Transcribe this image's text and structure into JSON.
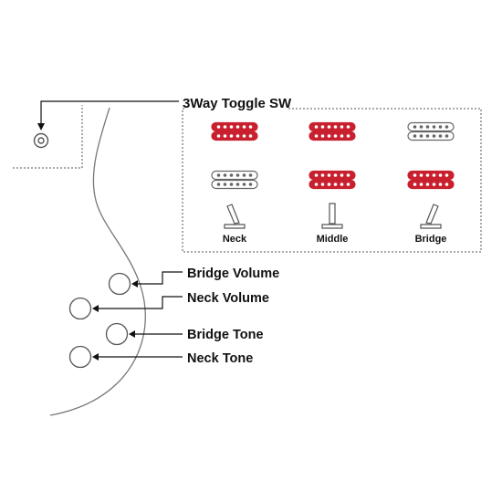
{
  "toggle": {
    "title": "3Way Toggle SW",
    "positions": [
      {
        "label": "Neck",
        "neck_active": true,
        "bridge_active": false,
        "lever": "left"
      },
      {
        "label": "Middle",
        "neck_active": true,
        "bridge_active": true,
        "lever": "center"
      },
      {
        "label": "Bridge",
        "neck_active": false,
        "bridge_active": true,
        "lever": "right"
      }
    ]
  },
  "controls": [
    {
      "label": "Bridge Volume"
    },
    {
      "label": "Neck Volume"
    },
    {
      "label": "Bridge Tone"
    },
    {
      "label": "Neck Tone"
    }
  ],
  "colors": {
    "active_pickup": "#c8202f",
    "inactive_pickup": "#ffffff",
    "line": "#111111",
    "knob_stroke": "#555555"
  }
}
